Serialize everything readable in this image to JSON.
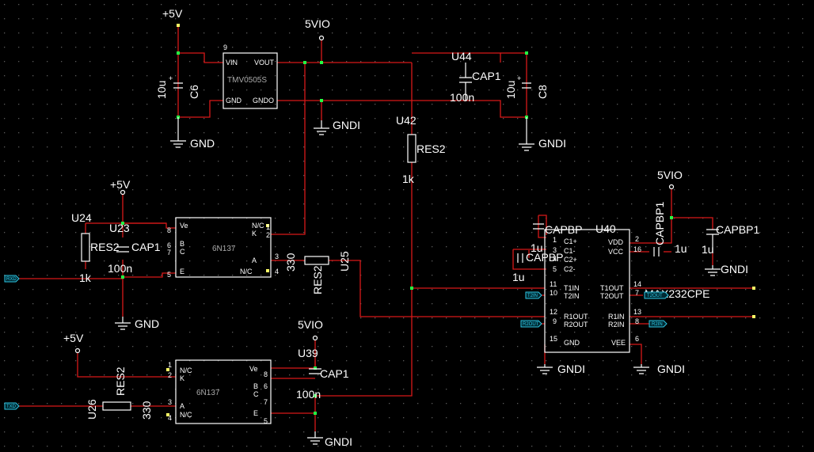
{
  "colors": {
    "background": "#000000",
    "wire": "#d81818",
    "component": "#ffffff",
    "junction": "#22ff44",
    "port": "#2ec8e6",
    "terminal": "#ffff66"
  },
  "labels": {
    "p5v_top": "+5V",
    "p5v_mid": "+5V",
    "p5v_bot": "+5V",
    "v5io_top": "5VIO",
    "v5io_right": "5VIO",
    "v5io_bot": "5VIO",
    "gnd_top": "GND",
    "gnd_mid": "GND",
    "gndi_1": "GNDI",
    "gndi_2": "GNDI",
    "gndi_3": "GNDI",
    "gndi_4": "GNDI",
    "gndi_5": "GNDI",
    "gndi_6": "GNDI",
    "c6_val": "10u",
    "c6_ref": "C6",
    "c8_val": "10u",
    "c8_ref": "C8",
    "u44": "U44",
    "u44_type": "CAP1",
    "u44_val": "100n",
    "u42": "U42",
    "u42_type": "RES2",
    "u42_val": "1k",
    "u24": "U24",
    "u24_type": "RES2",
    "u24_val": "1k",
    "u23": "U23",
    "u23_type": "CAP1",
    "u23_val": "100n",
    "u25": "U25",
    "u25_type": "RES2",
    "u25_val": "330",
    "u39": "U39",
    "u39_type": "CAP1",
    "u39_val": "100n",
    "u26": "U26",
    "u26_type": "RES2",
    "u26_val": "330",
    "u40": "U40",
    "capbp_a": "CAPBP",
    "capbp_b": "CAPBP",
    "capbp_c": "CAPBP1",
    "capbp_d": "CAPBP1",
    "cap_1u_a": "1u",
    "cap_1u_b": "1u",
    "cap_1u_c": "1u",
    "cap_1u_d": "1u",
    "max232": "MAX232CPE"
  },
  "dcdc": {
    "name": "TMV0505S",
    "pin_top": "9",
    "pins": [
      "VIN",
      "GND",
      "VOUT",
      "GNDO"
    ]
  },
  "opto1": {
    "name": "6N137",
    "left": [
      "Ve",
      "B",
      "C",
      "E"
    ],
    "left_nums": [
      "8",
      "6",
      "7",
      "5"
    ],
    "right": [
      "N/C",
      "K",
      "A",
      "N/C"
    ],
    "right_nums": [
      "1",
      "2",
      "3",
      "4"
    ]
  },
  "opto2": {
    "name": "6N137",
    "left": [
      "N/C",
      "K",
      "A",
      "N/C"
    ],
    "left_nums": [
      "1",
      "2",
      "3",
      "4"
    ],
    "right": [
      "Ve",
      "B",
      "C",
      "E"
    ],
    "right_nums": [
      "8",
      "6",
      "7",
      "5"
    ]
  },
  "max232_pins": {
    "left": [
      "C1+",
      "C1-",
      "C2+",
      "C2-",
      "T1IN",
      "T2IN",
      "R1OUT",
      "R2OUT",
      "GND"
    ],
    "left_nums": [
      "1",
      "3",
      "4",
      "5",
      "11",
      "10",
      "12",
      "9",
      "15"
    ],
    "right": [
      "VDD",
      "VCC",
      "T1OUT",
      "T2OUT",
      "R1IN",
      "R2IN",
      "VEE"
    ],
    "right_nums": [
      "2",
      "16",
      "14",
      "7",
      "13",
      "8",
      "6"
    ]
  },
  "ports": {
    "left_mid": "RXD",
    "left_bot": "TXD",
    "t2in": "T2IN",
    "r2out": "R2OUT",
    "r2in": "R2IN",
    "t2out": "T2OUT"
  }
}
